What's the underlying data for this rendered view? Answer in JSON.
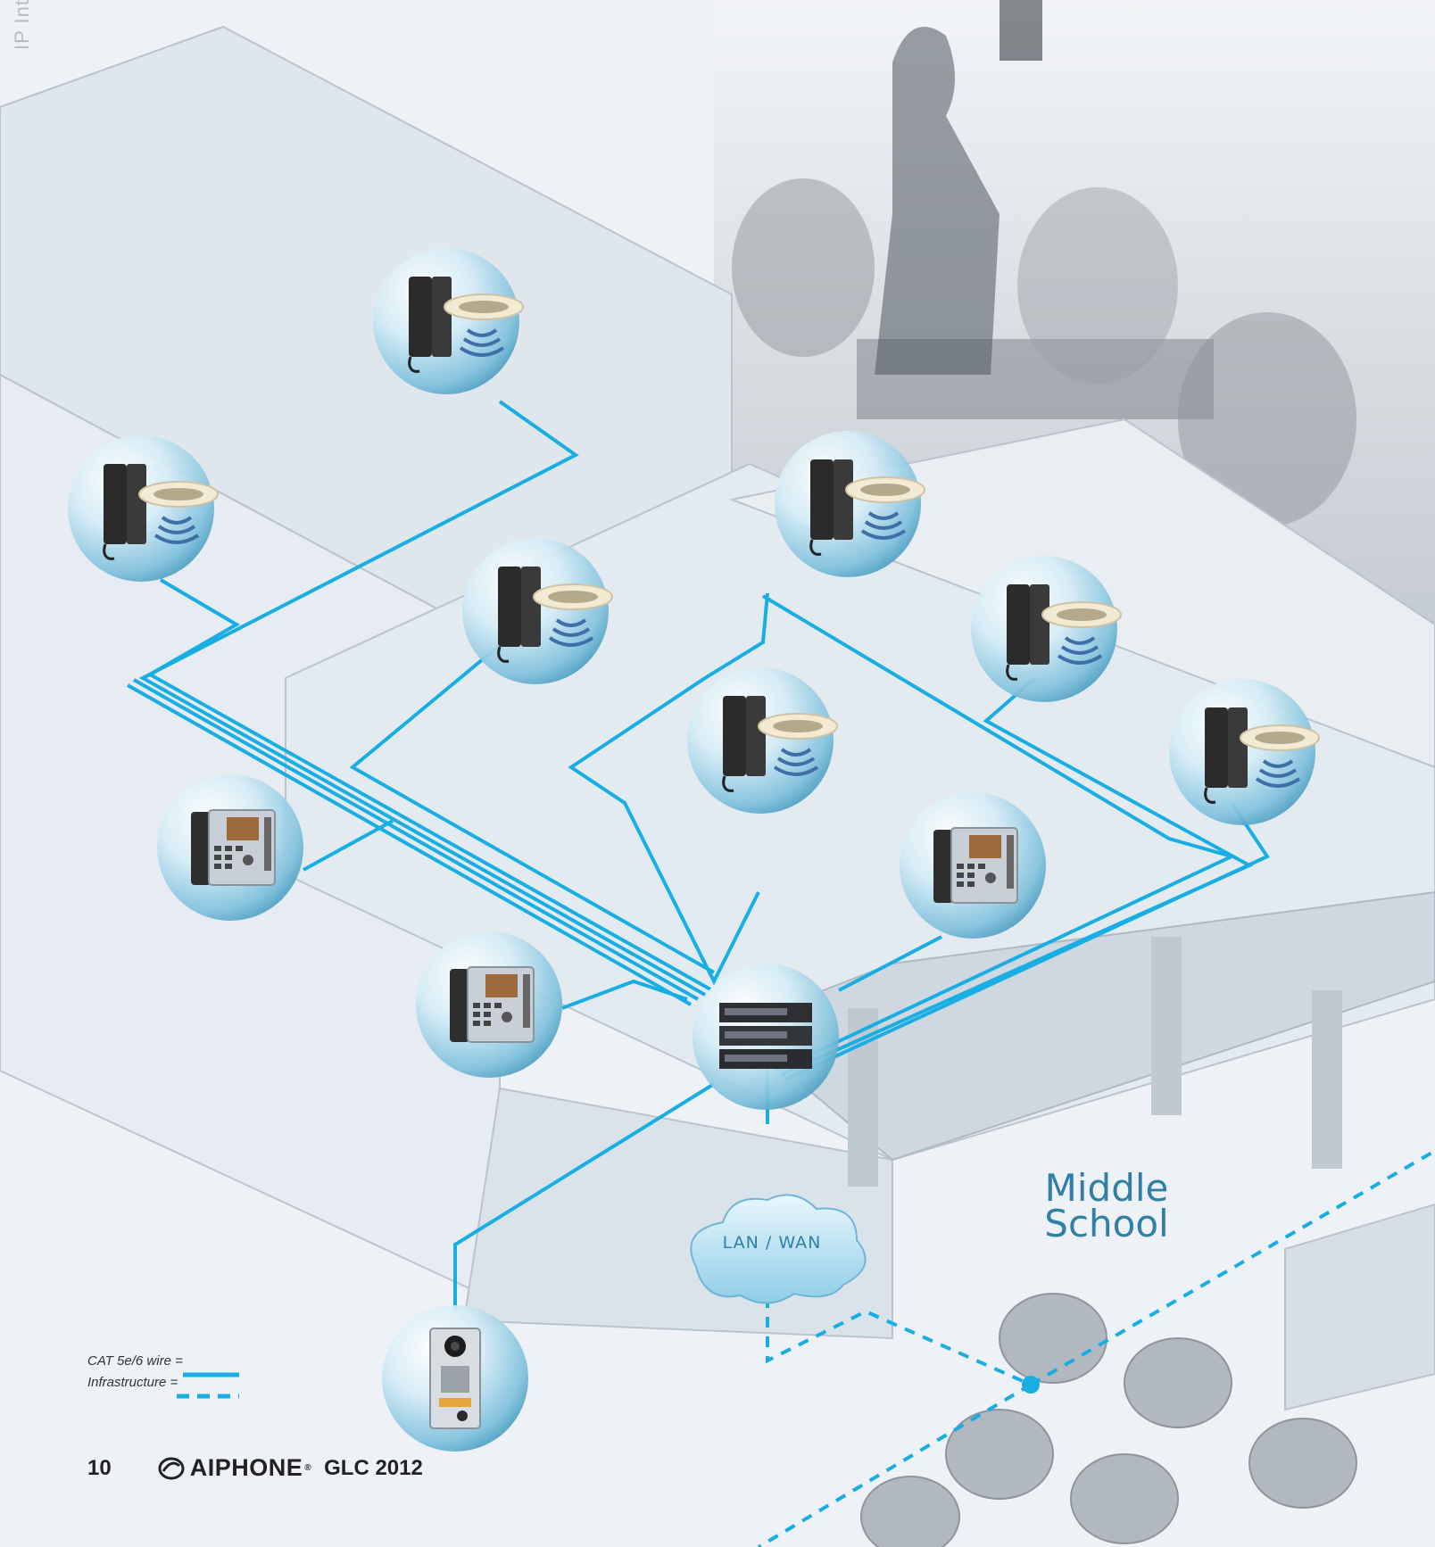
{
  "side_label": "IP Int",
  "school_label": {
    "line1": "Middle",
    "line2": "School"
  },
  "network_label": "LAN / WAN",
  "legend": {
    "wire_label": "CAT 5e/6 wire =",
    "infrastructure_label": "Infrastructure ="
  },
  "footer": {
    "page_number": "10",
    "brand": "AIPHONE",
    "catalog": "GLC 2012"
  },
  "colors": {
    "wire": "#19aee3",
    "title": "#2f7fa6",
    "wall": "#c8d2dc",
    "floor": "#dfe6ec"
  },
  "devices": [
    {
      "type": "handset-with-speaker",
      "icon": "handset-speaker-icon"
    },
    {
      "type": "handset-with-speaker",
      "icon": "handset-speaker-icon"
    },
    {
      "type": "handset-with-speaker",
      "icon": "handset-speaker-icon"
    },
    {
      "type": "handset-with-speaker",
      "icon": "handset-speaker-icon"
    },
    {
      "type": "handset-with-speaker",
      "icon": "handset-speaker-icon"
    },
    {
      "type": "handset-with-speaker",
      "icon": "handset-speaker-icon"
    },
    {
      "type": "handset-with-speaker",
      "icon": "handset-speaker-icon"
    },
    {
      "type": "video-master-station",
      "icon": "video-master-icon"
    },
    {
      "type": "video-master-station",
      "icon": "video-master-icon"
    },
    {
      "type": "video-master-station",
      "icon": "video-master-icon"
    },
    {
      "type": "network-switch",
      "icon": "network-switch-icon"
    },
    {
      "type": "door-station",
      "icon": "door-station-icon"
    }
  ]
}
